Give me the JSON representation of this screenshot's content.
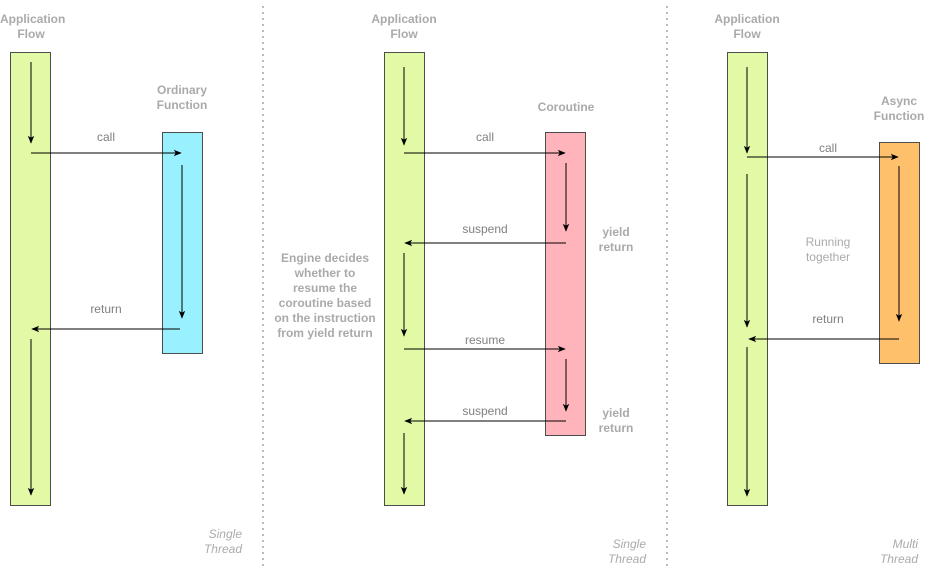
{
  "colors": {
    "app_flow": "#e2f9a6",
    "ordinary": "#99f0ff",
    "coroutine": "#ffb3ba",
    "async": "#ffc06b",
    "line": "#000000",
    "divider": "#bbbbbb",
    "label": "#aaaaaa"
  },
  "panel1": {
    "app_flow_title": "Application\nFlow",
    "function_title": "Ordinary\nFunction",
    "call_label": "call",
    "return_label": "return",
    "note": "Single\nThread"
  },
  "panel2": {
    "app_flow_title": "Application\nFlow",
    "function_title": "Coroutine",
    "call_label": "call",
    "suspend1_label": "suspend",
    "yield1_label": "yield\nreturn",
    "engine_note": "Engine decides\nwhether to\nresume the\ncoroutine based\non the instruction\nfrom yield return",
    "resume_label": "resume",
    "suspend2_label": "suspend",
    "yield2_label": "yield\nreturn",
    "note": "Single\nThread"
  },
  "panel3": {
    "app_flow_title": "Application\nFlow",
    "function_title": "Async\nFunction",
    "call_label": "call",
    "running_label": "Running\ntogether",
    "return_label": "return",
    "note": "Multi\nThread"
  }
}
